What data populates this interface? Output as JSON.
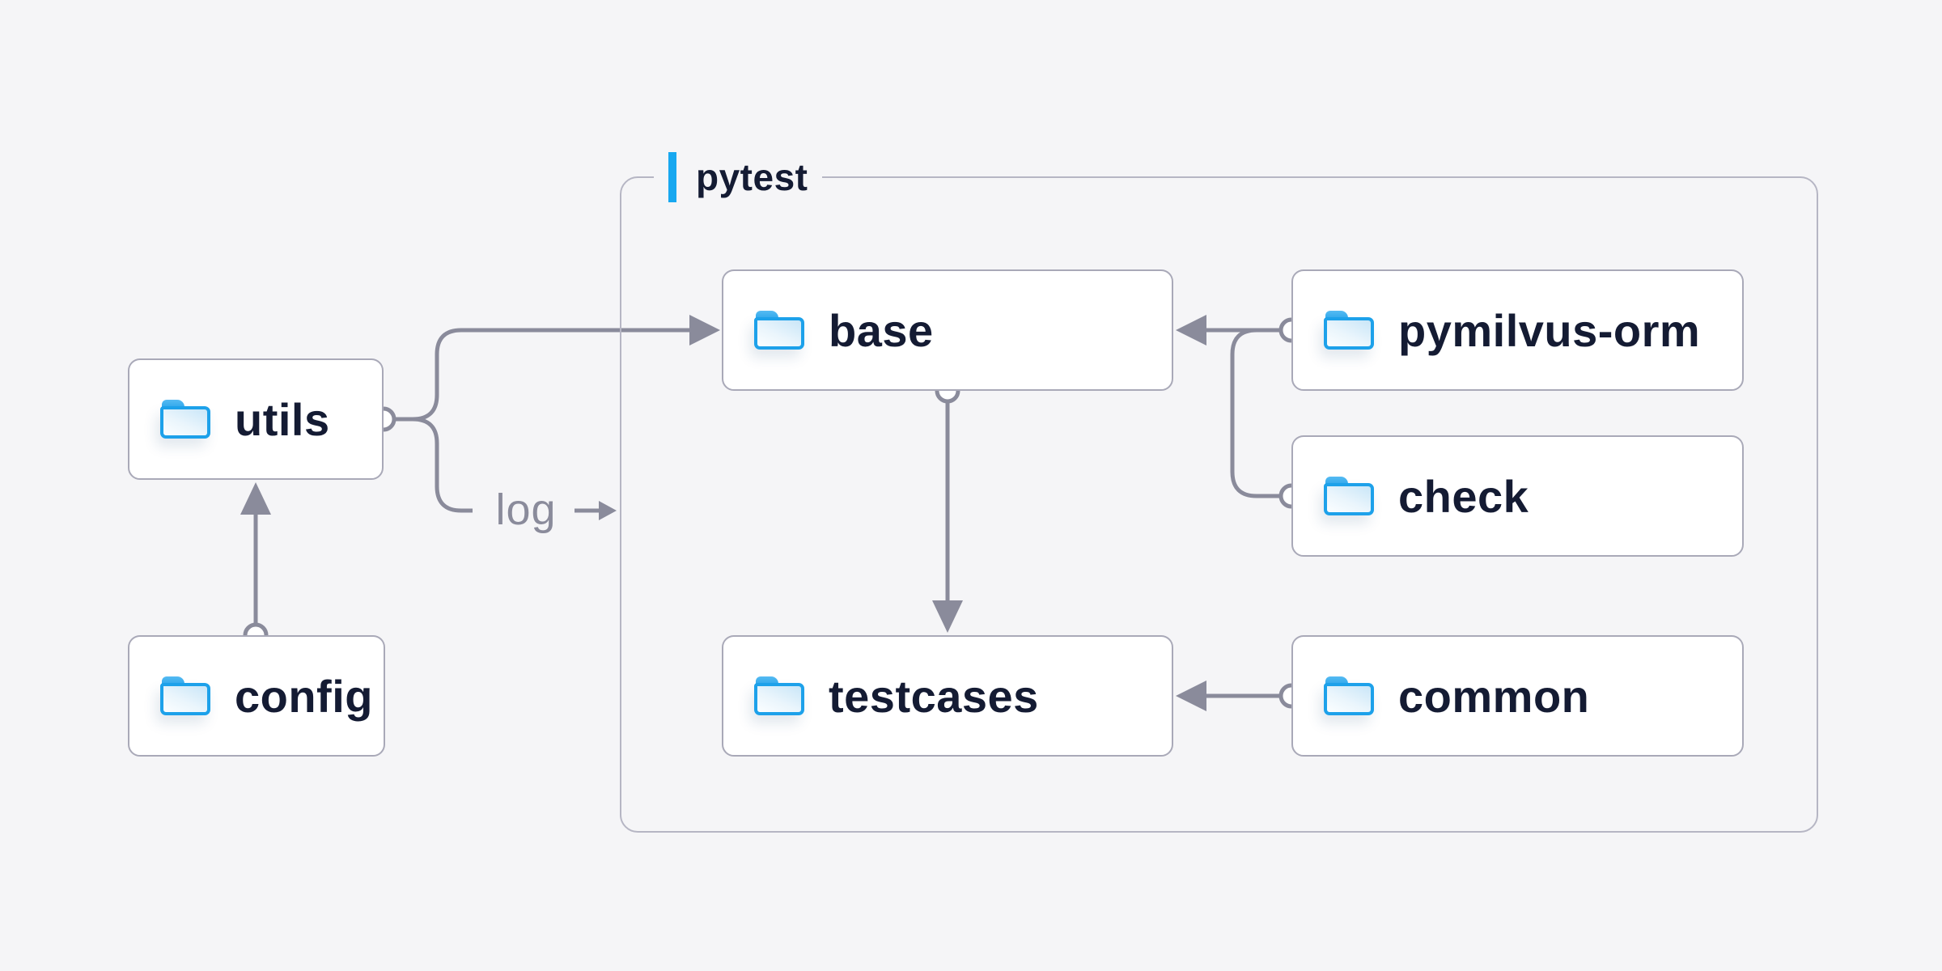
{
  "diagram": {
    "group": {
      "label": "pytest"
    },
    "edge_label": "log",
    "nodes": [
      {
        "id": "utils",
        "label": "utils"
      },
      {
        "id": "config",
        "label": "config"
      },
      {
        "id": "base",
        "label": "base"
      },
      {
        "id": "testcases",
        "label": "testcases"
      },
      {
        "id": "pymilvus-orm",
        "label": "pymilvus-orm"
      },
      {
        "id": "check",
        "label": "check"
      },
      {
        "id": "common",
        "label": "common"
      }
    ],
    "edges": [
      {
        "from": "config",
        "to": "utils"
      },
      {
        "from": "utils",
        "to": "base"
      },
      {
        "from": "utils",
        "to": "log"
      },
      {
        "from": "pymilvus-orm",
        "to": "base"
      },
      {
        "from": "check",
        "to": "base"
      },
      {
        "from": "base",
        "to": "testcases"
      },
      {
        "from": "common",
        "to": "testcases"
      }
    ],
    "colors": {
      "background": "#f5f5f7",
      "node_fill": "#ffffff",
      "node_border": "#a9a9b8",
      "group_border": "#b6b6c4",
      "connector": "#8a8b9b",
      "text": "#141b33",
      "accent_bar": "#18a8f0",
      "folder_blue": "#1da1ea"
    }
  }
}
